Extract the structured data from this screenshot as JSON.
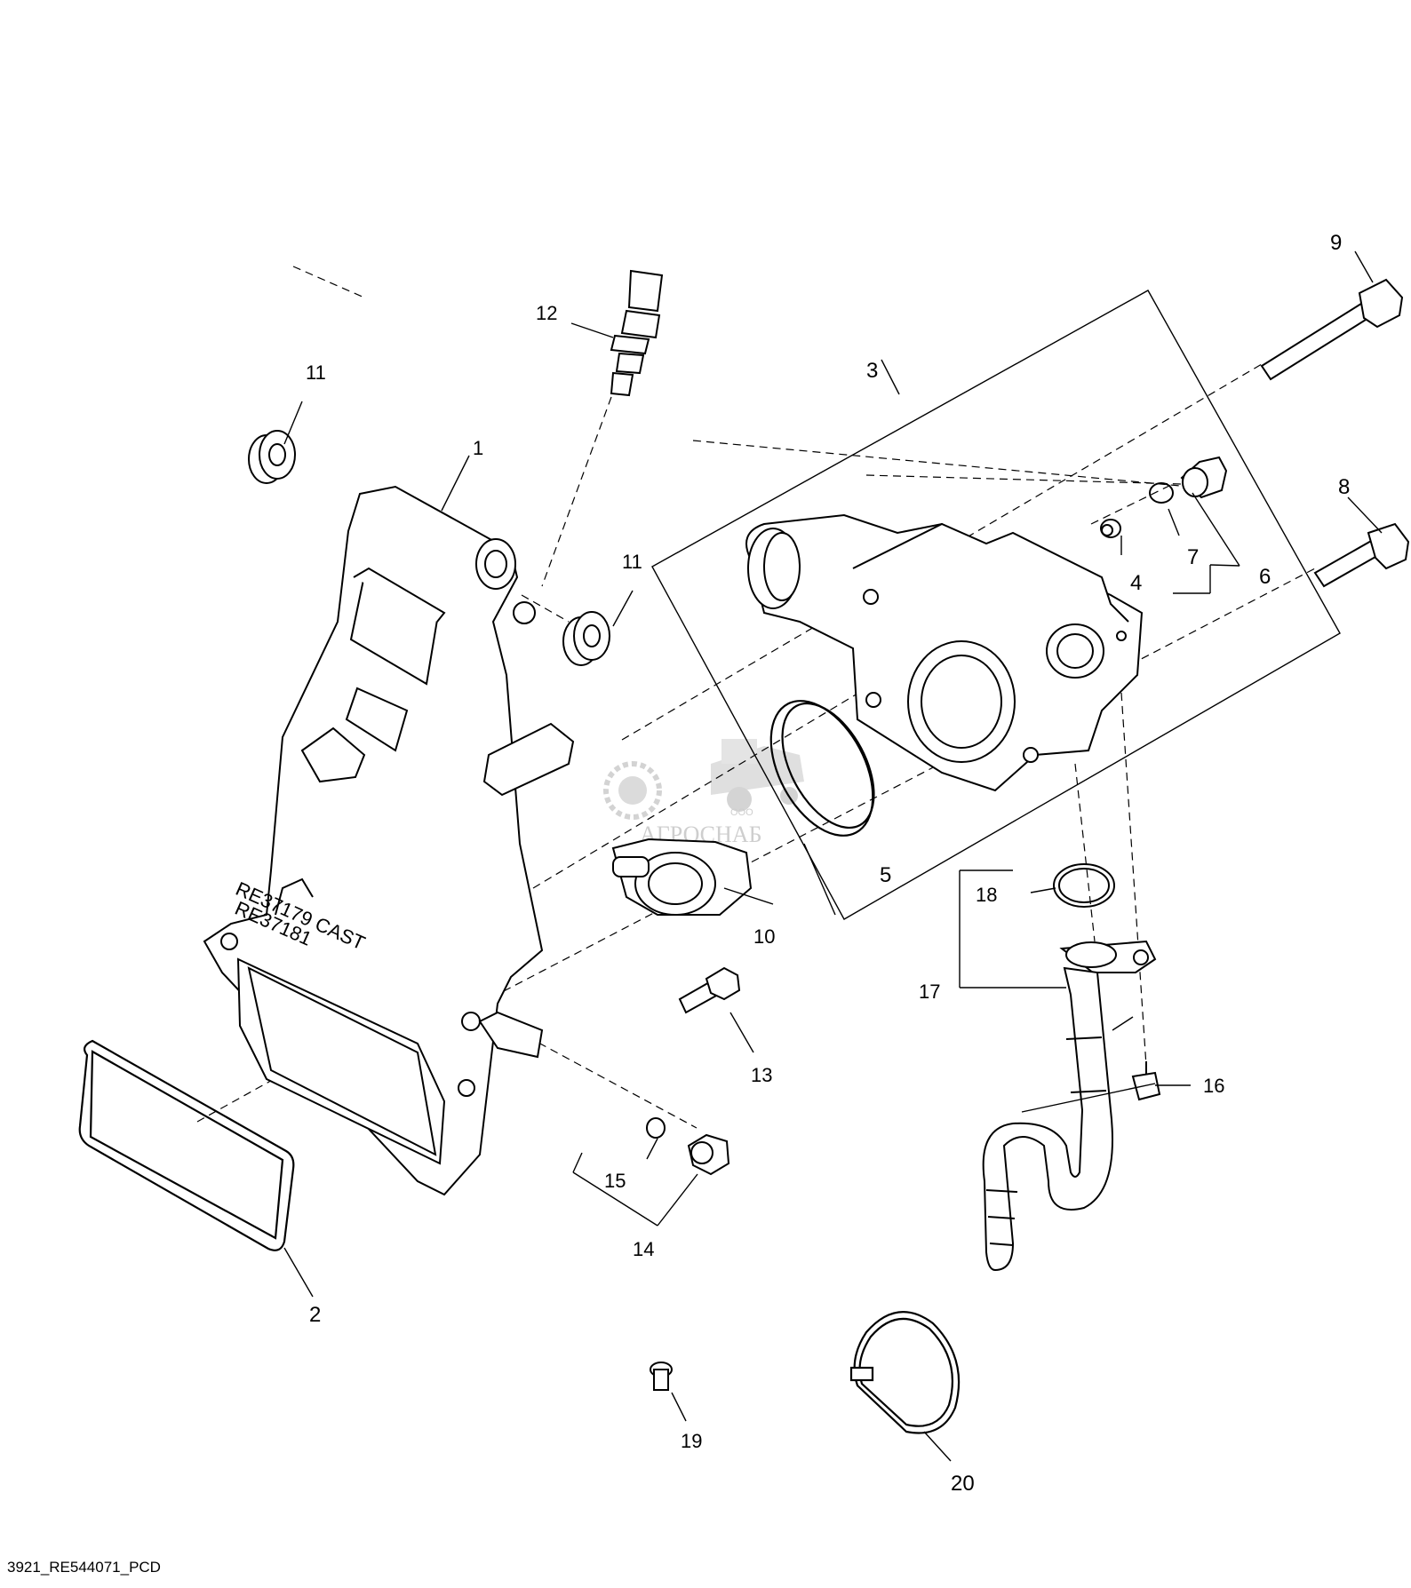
{
  "diagram": {
    "callouts": [
      {
        "id": "callout-1",
        "text": "1"
      },
      {
        "id": "callout-2",
        "text": "2"
      },
      {
        "id": "callout-3",
        "text": "3"
      },
      {
        "id": "callout-4",
        "text": "4"
      },
      {
        "id": "callout-5",
        "text": "5"
      },
      {
        "id": "callout-6",
        "text": "6"
      },
      {
        "id": "callout-7",
        "text": "7"
      },
      {
        "id": "callout-8",
        "text": "8"
      },
      {
        "id": "callout-9",
        "text": "9"
      },
      {
        "id": "callout-10",
        "text": "10"
      },
      {
        "id": "callout-11a",
        "text": "11"
      },
      {
        "id": "callout-11b",
        "text": "11"
      },
      {
        "id": "callout-12",
        "text": "12"
      },
      {
        "id": "callout-13",
        "text": "13"
      },
      {
        "id": "callout-14",
        "text": "14"
      },
      {
        "id": "callout-15",
        "text": "15"
      },
      {
        "id": "callout-16",
        "text": "16"
      },
      {
        "id": "callout-17",
        "text": "17"
      },
      {
        "id": "callout-18",
        "text": "18"
      },
      {
        "id": "callout-19",
        "text": "19"
      },
      {
        "id": "callout-20",
        "text": "20"
      }
    ],
    "casting_marks": [
      "RE37179 CAST",
      "RE37181"
    ],
    "watermark": {
      "small": "ООО",
      "brand": "АГРОСНАБ"
    },
    "caption": "3921_RE544071_PCD"
  }
}
